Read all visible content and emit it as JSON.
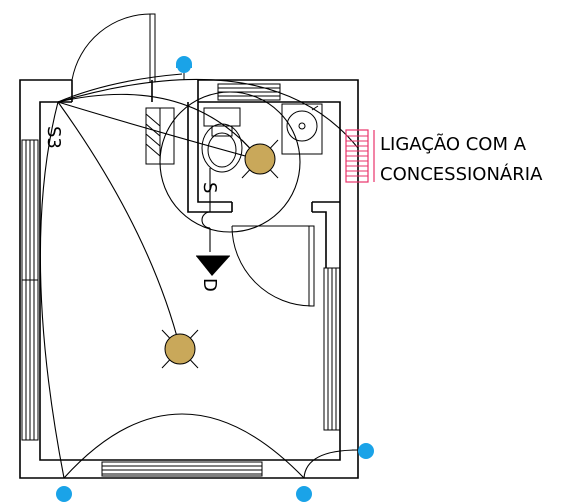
{
  "labels": {
    "switch_s3": "S3",
    "switch_s": "S",
    "panel_d": "D",
    "connection_line1": "LIGAÇÃO  COM  A",
    "connection_line2": "CONCESSIONÁRIA"
  },
  "colors": {
    "lamp": "#c9a85a",
    "outlet": "#1aa3e8",
    "meter": "#e8336a",
    "line": "#000000"
  },
  "icons": [
    "lamp-icon",
    "outlet-icon",
    "meter-icon",
    "toilet-icon",
    "sink-icon",
    "panel-icon"
  ]
}
